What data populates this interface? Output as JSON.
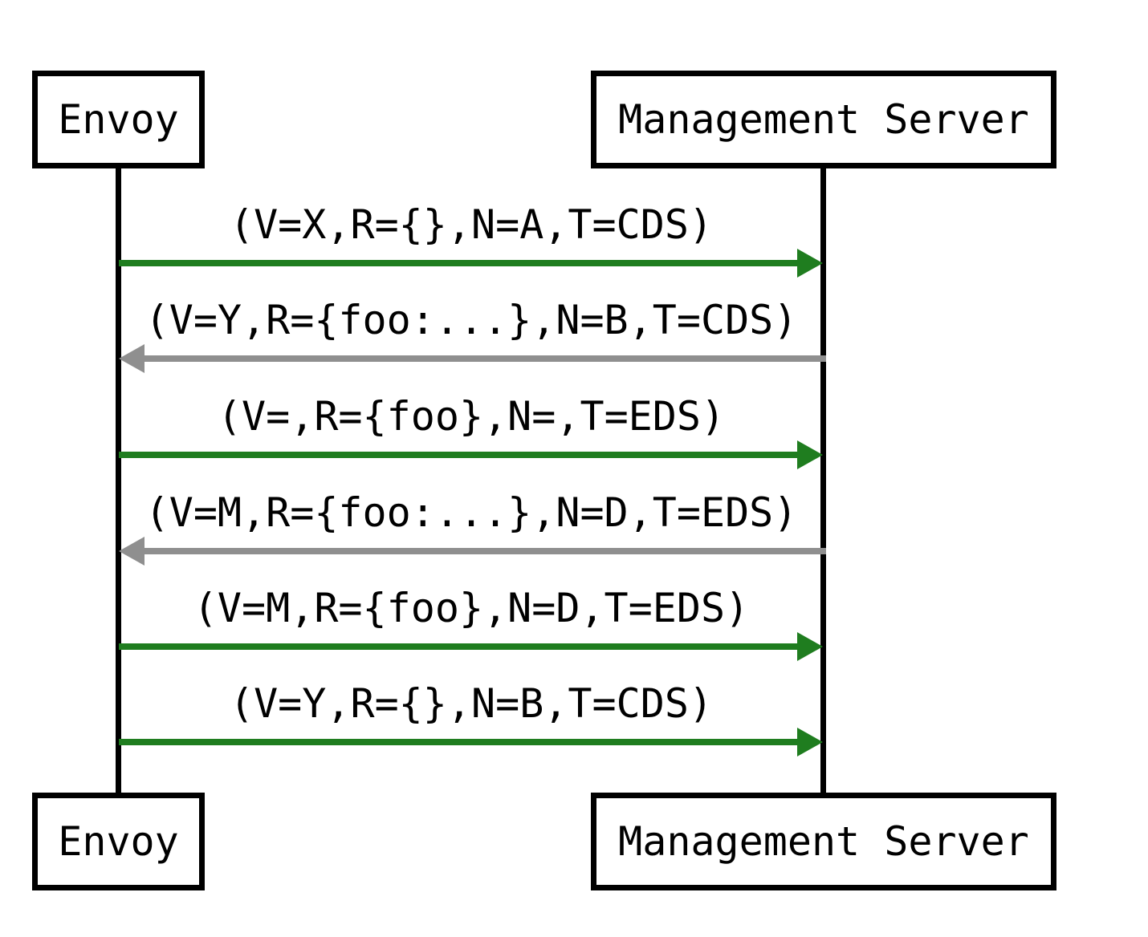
{
  "diagram": {
    "kind": "sequence-diagram",
    "actors": [
      {
        "id": "envoy",
        "label": "Envoy"
      },
      {
        "id": "management-server",
        "label": "Management Server"
      }
    ],
    "messages": [
      {
        "label": "(V=X,R={},N=A,T=CDS)",
        "from": "envoy",
        "to": "management-server",
        "direction": "right",
        "color_role": "request"
      },
      {
        "label": "(V=Y,R={foo:...},N=B,T=CDS)",
        "from": "management-server",
        "to": "envoy",
        "direction": "left",
        "color_role": "response"
      },
      {
        "label": "(V=,R={foo},N=,T=EDS)",
        "from": "envoy",
        "to": "management-server",
        "direction": "right",
        "color_role": "request"
      },
      {
        "label": "(V=M,R={foo:...},N=D,T=EDS)",
        "from": "management-server",
        "to": "envoy",
        "direction": "left",
        "color_role": "response"
      },
      {
        "label": "(V=M,R={foo},N=D,T=EDS)",
        "from": "envoy",
        "to": "management-server",
        "direction": "right",
        "color_role": "request"
      },
      {
        "label": "(V=Y,R={},N=B,T=CDS)",
        "from": "envoy",
        "to": "management-server",
        "direction": "right",
        "color_role": "request"
      }
    ],
    "colors": {
      "request_arrow": "#1f7d1f",
      "response_arrow": "#8f8f8f",
      "line": "#000000",
      "background": "#ffffff"
    }
  }
}
